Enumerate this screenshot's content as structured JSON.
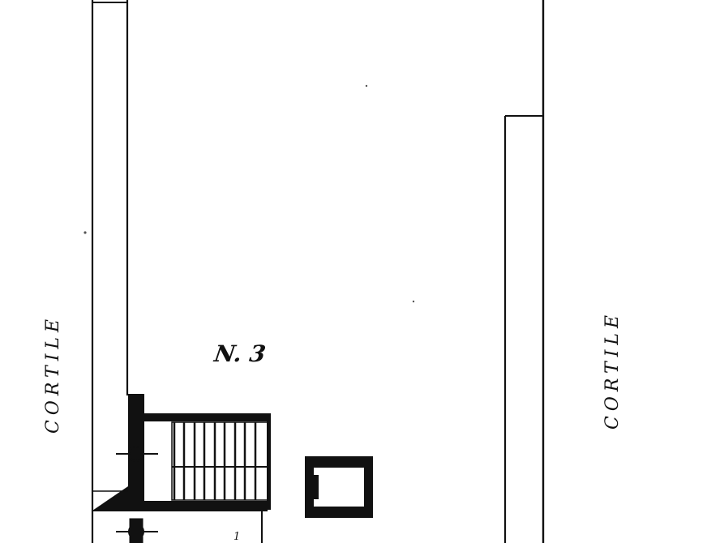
{
  "labels": {
    "room_number": "N. 3",
    "courtyard_left": "CORTILE",
    "courtyard_right": "CORTILE",
    "small_mark": "1"
  },
  "colors": {
    "ink": "#111111",
    "paper": "#ffffff"
  }
}
